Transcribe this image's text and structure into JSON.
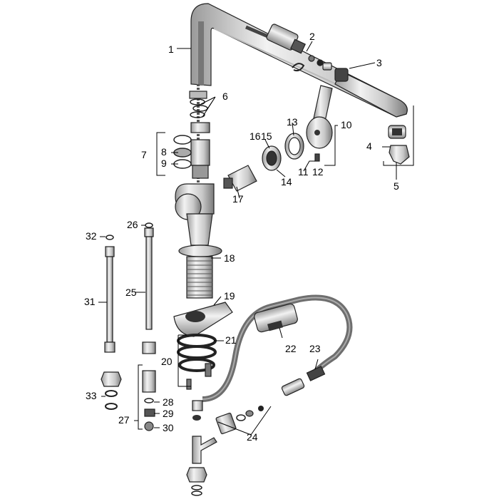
{
  "callouts": {
    "c1": "1",
    "c2": "2",
    "c3": "3",
    "c4": "4",
    "c5": "5",
    "c6": "6",
    "c7": "7",
    "c8": "8",
    "c9": "9",
    "c10": "10",
    "c11": "11",
    "c12": "12",
    "c13": "13",
    "c14": "14",
    "c15": "15",
    "c16": "16",
    "c17": "17",
    "c18": "18",
    "c19": "19",
    "c20": "20",
    "c21": "21",
    "c22": "22",
    "c23": "23",
    "c24": "24",
    "c25": "25",
    "c26": "26",
    "c27": "27",
    "c28": "28",
    "c29": "29",
    "c30": "30",
    "c31": "31",
    "c32": "32",
    "c33": "33"
  },
  "colors": {
    "metal_light": "#e6e6e6",
    "metal_mid": "#b5b5b5",
    "metal_dark": "#4a4a4a",
    "hose": "#6e6e6e",
    "line": "#000000"
  }
}
